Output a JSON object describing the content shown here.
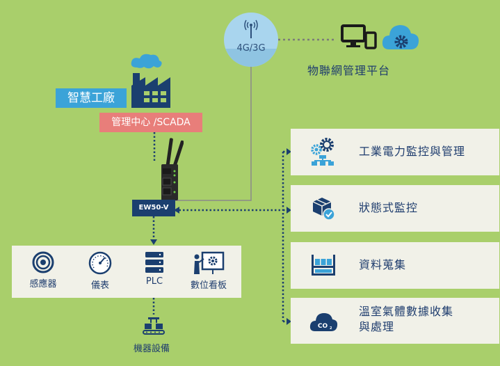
{
  "network": {
    "label": "4G/3G"
  },
  "platform": {
    "label": "物聯網管理平台"
  },
  "factory": {
    "label": "智慧工廠"
  },
  "scada": {
    "label": "管理中心 /SCADA"
  },
  "gateway": {
    "label": "EW50-V"
  },
  "devices": [
    {
      "label": "感應器",
      "icon": "sensor-icon"
    },
    {
      "label": "儀表",
      "icon": "gauge-icon"
    },
    {
      "label": "PLC",
      "icon": "plc-server-icon"
    },
    {
      "label": "數位看板",
      "icon": "digital-signage-icon"
    }
  ],
  "machine": {
    "label": "機器設備",
    "icon": "conveyor-icon"
  },
  "features": [
    {
      "label": "工業電力監控與管理",
      "icon": "gears-network-icon"
    },
    {
      "label": "狀態式監控",
      "icon": "cube-check-icon"
    },
    {
      "label": "資料蒐集",
      "icon": "data-rack-icon"
    },
    {
      "label": "溫室氣體數據收集",
      "label2": "與處理",
      "icon": "co2-cloud-icon"
    }
  ],
  "colors": {
    "background": "#a9cf6b",
    "navy": "#1b3f6f",
    "blue": "#3ba3d8",
    "coral": "#e87e7a",
    "panel": "#f1f1e8",
    "cloud": "#a9d5ee"
  }
}
